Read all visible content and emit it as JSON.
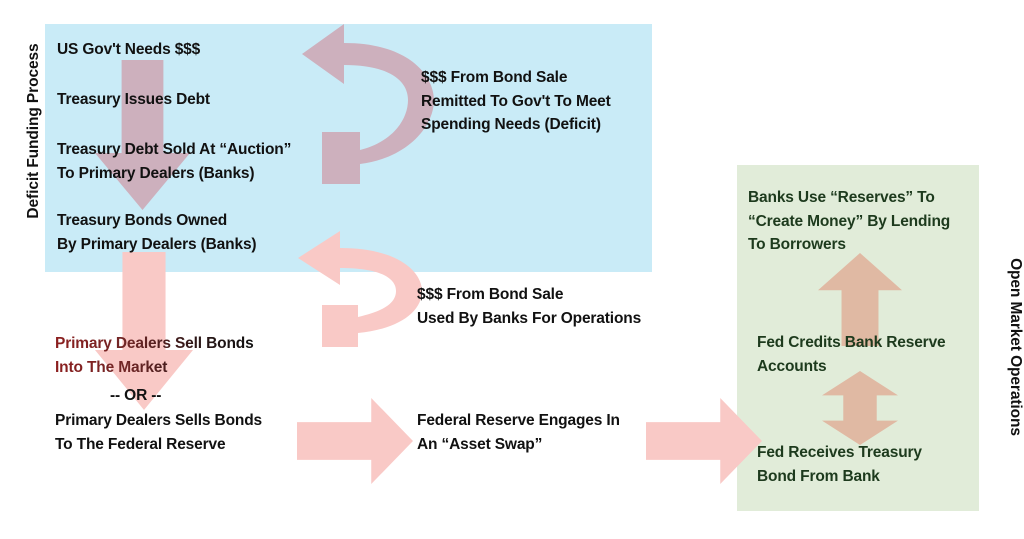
{
  "diagram": {
    "title_left": "Deficit Funding Process",
    "title_right": "Open Market Operations",
    "colors": {
      "panel_blue": "#c9ebf7",
      "panel_green": "#e1ecd9",
      "arrow_mauve": "#cdb0bd",
      "arrow_pink": "#f9c9c6",
      "arrow_tan": "#e0b9a3",
      "text_dark": "#111111",
      "text_green": "#1d3a1d",
      "text_red": "#8c1f1f"
    }
  },
  "deficit_funding": {
    "step1": "US Gov't Needs $$$",
    "step2": "Treasury Issues Debt",
    "step3": "Treasury Debt Sold At “Auction”\nTo Primary Dealers (Banks)",
    "step4": "Treasury Bonds Owned\nBy Primary Dealers (Banks)",
    "remit_note": "$$$ From Bond Sale\nRemitted To Gov't To Meet\nSpending Needs (Deficit)",
    "operations_note": "$$$ From Bond Sale\nUsed By Banks For Operations"
  },
  "dealer_options": {
    "option_a": "Primary Dealers Sell Bonds\nInto The Market",
    "divider": "-- OR --",
    "option_b": "Primary Dealers Sells Bonds\nTo The Federal Reserve"
  },
  "fed_action": {
    "asset_swap": "Federal Reserve Engages In\nAn “Asset Swap”"
  },
  "open_market": {
    "banks_lend": "Banks Use “Reserves” To\n“Create Money” By Lending\nTo Borrowers",
    "fed_credits": "Fed Credits Bank Reserve\nAccounts",
    "fed_receives": "Fed Receives Treasury\nBond From Bank"
  }
}
